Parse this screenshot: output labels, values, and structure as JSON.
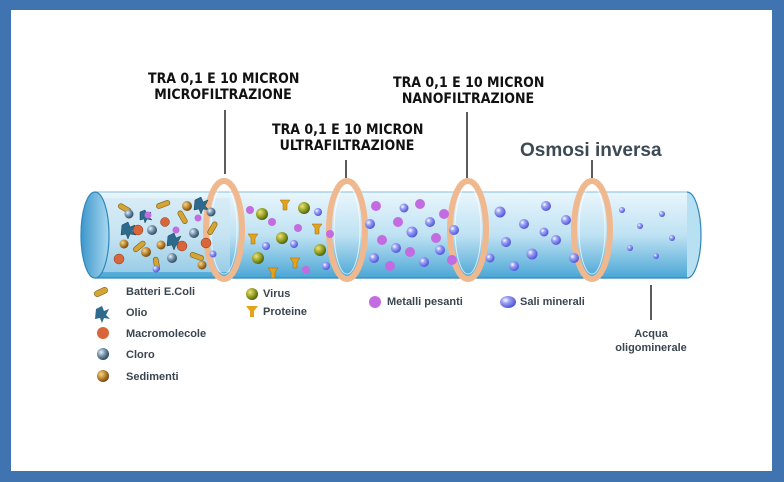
{
  "labels": {
    "micro": [
      "TRA 0,1 E 10 MICRON",
      "MICROFILTRAZIONE"
    ],
    "ultra": [
      "TRA 0,1 E 10 MICRON",
      "ULTRAFILTRAZIONE"
    ],
    "nano": [
      "TRA 0,1 E 10 MICRON",
      "NANOFILTRAZIONE"
    ],
    "osmosi": "Osmosi inversa"
  },
  "legend": {
    "batteri": "Batteri E.Coli",
    "olio": "Olio",
    "macromolecole": "Macromolecole",
    "cloro": "Cloro",
    "sedimenti": "Sedimenti",
    "virus": "Virus",
    "proteine": "Proteine",
    "metalli": "Metalli pesanti",
    "sali": "Sali minerali"
  },
  "acqua": [
    "Acqua",
    "oligominerale"
  ],
  "colors": {
    "frame": "#3f74b0",
    "ring": "#f0b88e",
    "tube_light": "#d6eef8",
    "tube_dark": "#4aa6d6",
    "metal": "#c36be0",
    "salt": "#6a6ee6"
  }
}
